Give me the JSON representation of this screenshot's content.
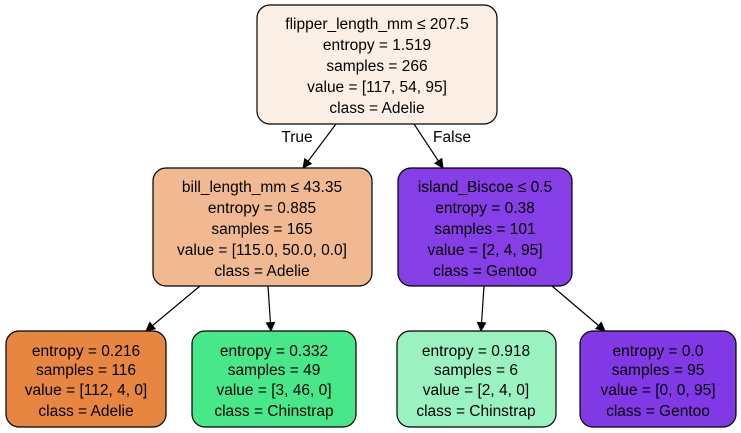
{
  "tree": {
    "nodes": [
      {
        "id": "root",
        "fill": "#fcefe6",
        "lines": [
          "flipper_length_mm ≤ 207.5",
          "entropy = 1.519",
          "samples = 266",
          "value = [117, 54, 95]",
          "class = Adelie"
        ]
      },
      {
        "id": "left",
        "fill": "#f1b991",
        "lines": [
          "bill_length_mm ≤ 43.35",
          "entropy = 0.885",
          "samples = 165",
          "value = [115.0, 50.0, 0.0]",
          "class = Adelie"
        ]
      },
      {
        "id": "right",
        "fill": "#863ee6",
        "lines": [
          "island_Biscoe ≤ 0.5",
          "entropy = 0.38",
          "samples = 101",
          "value = [2, 4, 95]",
          "class = Gentoo"
        ]
      },
      {
        "id": "ll",
        "fill": "#e68641",
        "lines": [
          "entropy = 0.216",
          "samples = 116",
          "value = [112, 4, 0]",
          "class = Adelie"
        ]
      },
      {
        "id": "lr",
        "fill": "#48e78a",
        "lines": [
          "entropy = 0.332",
          "samples = 49",
          "value = [3, 46, 0]",
          "class = Chinstrap"
        ]
      },
      {
        "id": "rl",
        "fill": "#9af2c1",
        "lines": [
          "entropy = 0.918",
          "samples = 6",
          "value = [2, 4, 0]",
          "class = Chinstrap"
        ]
      },
      {
        "id": "rr",
        "fill": "#8139e5",
        "lines": [
          "entropy = 0.0",
          "samples = 95",
          "value = [0, 0, 95]",
          "class = Gentoo"
        ]
      }
    ],
    "edges": [
      {
        "from": "root",
        "to": "left",
        "label": "True"
      },
      {
        "from": "root",
        "to": "right",
        "label": "False"
      },
      {
        "from": "left",
        "to": "ll",
        "label": ""
      },
      {
        "from": "left",
        "to": "lr",
        "label": ""
      },
      {
        "from": "right",
        "to": "rl",
        "label": ""
      },
      {
        "from": "right",
        "to": "rr",
        "label": ""
      }
    ]
  }
}
